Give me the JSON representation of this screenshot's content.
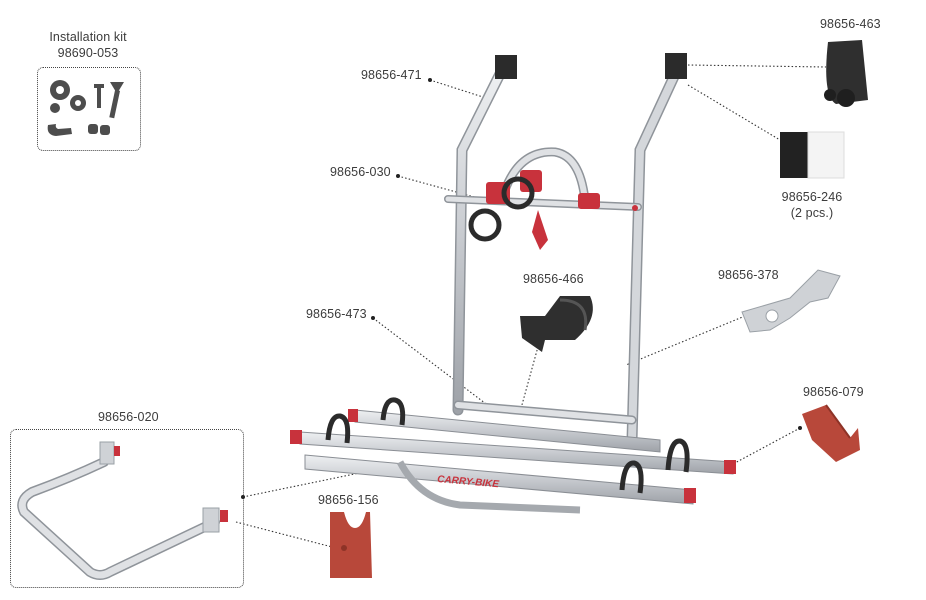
{
  "labels": {
    "kit_title": "Installation kit",
    "kit_code": "98690-053",
    "p463": "98656-463",
    "p471": "98656-471",
    "p030": "98656-030",
    "p246": "98656-246",
    "p246_qty": "(2 pcs.)",
    "p466": "98656-466",
    "p378": "98656-378",
    "p473": "98656-473",
    "p079": "98656-079",
    "p020": "98656-020",
    "p156": "98656-156",
    "brand": "CARRY-BIKE"
  },
  "colors": {
    "frame": "#c9ccd0",
    "frame_edge": "#9a9ea4",
    "red": "#c8323c",
    "terracotta": "#b8483a",
    "black": "#2b2b2b",
    "leader": "#333333"
  }
}
